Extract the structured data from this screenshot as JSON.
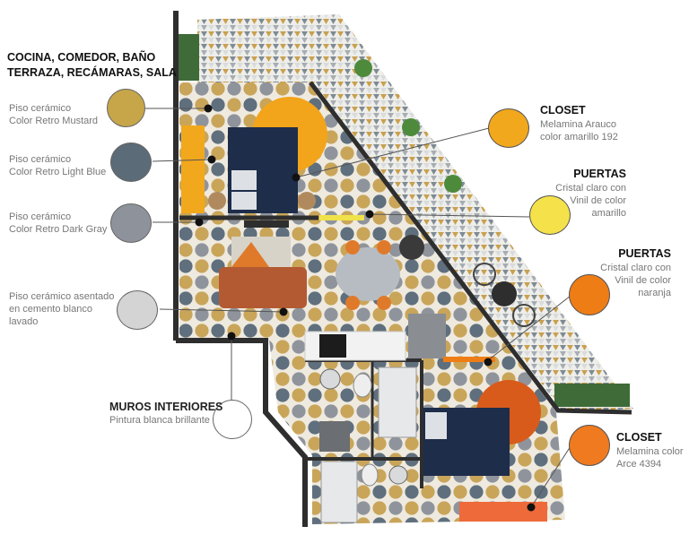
{
  "header": {
    "line1": "COCINA, COMEDOR, BAÑO",
    "line2": "TERRAZA, RECÁMARAS, SALA"
  },
  "legend_left": [
    {
      "line1": "Piso cerámico",
      "line2": "Color Retro Mustard",
      "line3": "",
      "color": "#c7a64a"
    },
    {
      "line1": "Piso cerámico",
      "line2": "Color Retro Light Blue",
      "line3": "",
      "color": "#5b6b78"
    },
    {
      "line1": "Piso cerámico",
      "line2": "Color Retro Dark Gray",
      "line3": "",
      "color": "#8e929b"
    },
    {
      "line1": "Piso cerámico asentado",
      "line2": "en cemento blanco",
      "line3": "lavado",
      "color": "#d4d4d4"
    }
  ],
  "walls": {
    "title": "MUROS INTERIORES",
    "desc": "Pintura blanca brillante",
    "color": "#ffffff"
  },
  "legend_right": [
    {
      "title": "CLOSET",
      "line1": "Melamina Arauco",
      "line2": "color amarillo 192",
      "line3": "",
      "color": "#f2a81c"
    },
    {
      "title": "PUERTAS",
      "line1": "Cristal claro con",
      "line2": "Vinil de color",
      "line3": "amarillo",
      "color": "#f5e24a"
    },
    {
      "title": "PUERTAS",
      "line1": "Cristal claro con",
      "line2": "Vinil de color",
      "line3": "naranja",
      "color": "#ef7d16"
    },
    {
      "title": "CLOSET",
      "line1": "Melamina color",
      "line2": "Arce 4394",
      "line3": "",
      "color": "#f07a1f"
    }
  ]
}
